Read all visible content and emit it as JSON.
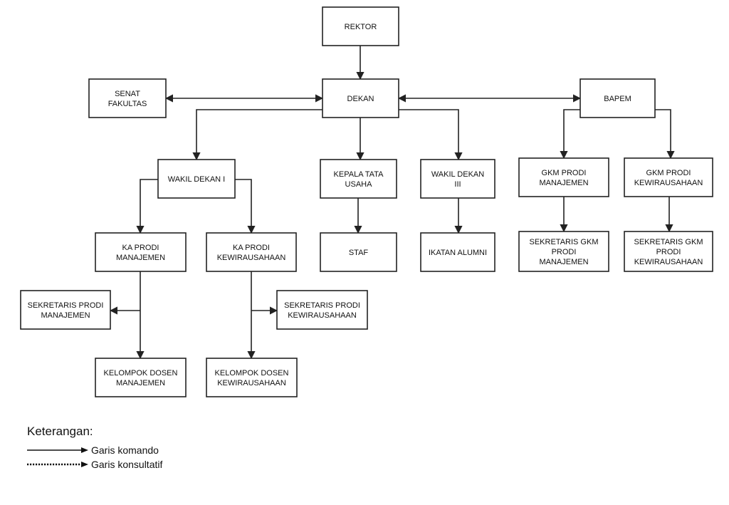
{
  "nodes": [
    {
      "id": "rektor",
      "lines": [
        "REKTOR"
      ]
    },
    {
      "id": "dekan",
      "lines": [
        "DEKAN"
      ]
    },
    {
      "id": "senat",
      "lines": [
        "SENAT",
        "FAKULTAS"
      ]
    },
    {
      "id": "bapem",
      "lines": [
        "BAPEM"
      ]
    },
    {
      "id": "wakil1",
      "lines": [
        "WAKIL DEKAN I"
      ]
    },
    {
      "id": "kepala-tu",
      "lines": [
        "KEPALA TATA",
        "USAHA"
      ]
    },
    {
      "id": "wakil3",
      "lines": [
        "WAKIL DEKAN",
        "III"
      ]
    },
    {
      "id": "gkm-man",
      "lines": [
        "GKM PRODI",
        "MANAJEMEN"
      ]
    },
    {
      "id": "gkm-kew",
      "lines": [
        "GKM PRODI",
        "KEWIRAUSAHAAN"
      ]
    },
    {
      "id": "kaprodi-man",
      "lines": [
        "KA PRODI",
        "MANAJEMEN"
      ]
    },
    {
      "id": "kaprodi-kew",
      "lines": [
        "KA PRODI",
        "KEWIRAUSAHAAN"
      ]
    },
    {
      "id": "staf",
      "lines": [
        "STAF"
      ]
    },
    {
      "id": "ikatan",
      "lines": [
        "IKATAN ALUMNI"
      ]
    },
    {
      "id": "sek-gkm-man",
      "lines": [
        "SEKRETARIS GKM",
        "PRODI",
        "MANAJEMEN"
      ]
    },
    {
      "id": "sek-gkm-kew",
      "lines": [
        "SEKRETARIS GKM",
        "PRODI",
        "KEWIRAUSAHAAN"
      ]
    },
    {
      "id": "sek-prodi-man",
      "lines": [
        "SEKRETARIS PRODI",
        "MANAJEMEN"
      ]
    },
    {
      "id": "sek-prodi-kew",
      "lines": [
        "SEKRETARIS PRODI",
        "KEWIRAUSAHAAN"
      ]
    },
    {
      "id": "dosen-man",
      "lines": [
        "KELOMPOK DOSEN",
        "MANAJEMEN"
      ]
    },
    {
      "id": "dosen-kew",
      "lines": [
        "KELOMPOK DOSEN",
        "KEWIRAUSAHAAN"
      ]
    }
  ],
  "edges": [
    {
      "from": "rektor",
      "to": "dekan",
      "type": "komando"
    },
    {
      "from": "dekan",
      "to": "senat",
      "type": "komando",
      "bidirectional": true
    },
    {
      "from": "dekan",
      "to": "bapem",
      "type": "komando",
      "bidirectional": true
    },
    {
      "from": "dekan",
      "to": "wakil1",
      "type": "komando"
    },
    {
      "from": "dekan",
      "to": "kepala-tu",
      "type": "komando"
    },
    {
      "from": "dekan",
      "to": "wakil3",
      "type": "komando"
    },
    {
      "from": "bapem",
      "to": "gkm-man",
      "type": "komando"
    },
    {
      "from": "bapem",
      "to": "gkm-kew",
      "type": "komando"
    },
    {
      "from": "wakil1",
      "to": "kaprodi-man",
      "type": "komando"
    },
    {
      "from": "wakil1",
      "to": "kaprodi-kew",
      "type": "komando"
    },
    {
      "from": "kepala-tu",
      "to": "staf",
      "type": "komando"
    },
    {
      "from": "wakil3",
      "to": "ikatan",
      "type": "komando"
    },
    {
      "from": "gkm-man",
      "to": "sek-gkm-man",
      "type": "komando"
    },
    {
      "from": "gkm-kew",
      "to": "sek-gkm-kew",
      "type": "komando"
    },
    {
      "from": "kaprodi-man",
      "to": "sek-prodi-man",
      "type": "komando"
    },
    {
      "from": "kaprodi-man",
      "to": "dosen-man",
      "type": "komando"
    },
    {
      "from": "kaprodi-kew",
      "to": "sek-prodi-kew",
      "type": "komando"
    },
    {
      "from": "kaprodi-kew",
      "to": "dosen-kew",
      "type": "komando"
    }
  ],
  "legend": {
    "title": "Keterangan:",
    "komando": "Garis komando",
    "konsultatif": "Garis konsultatif"
  }
}
